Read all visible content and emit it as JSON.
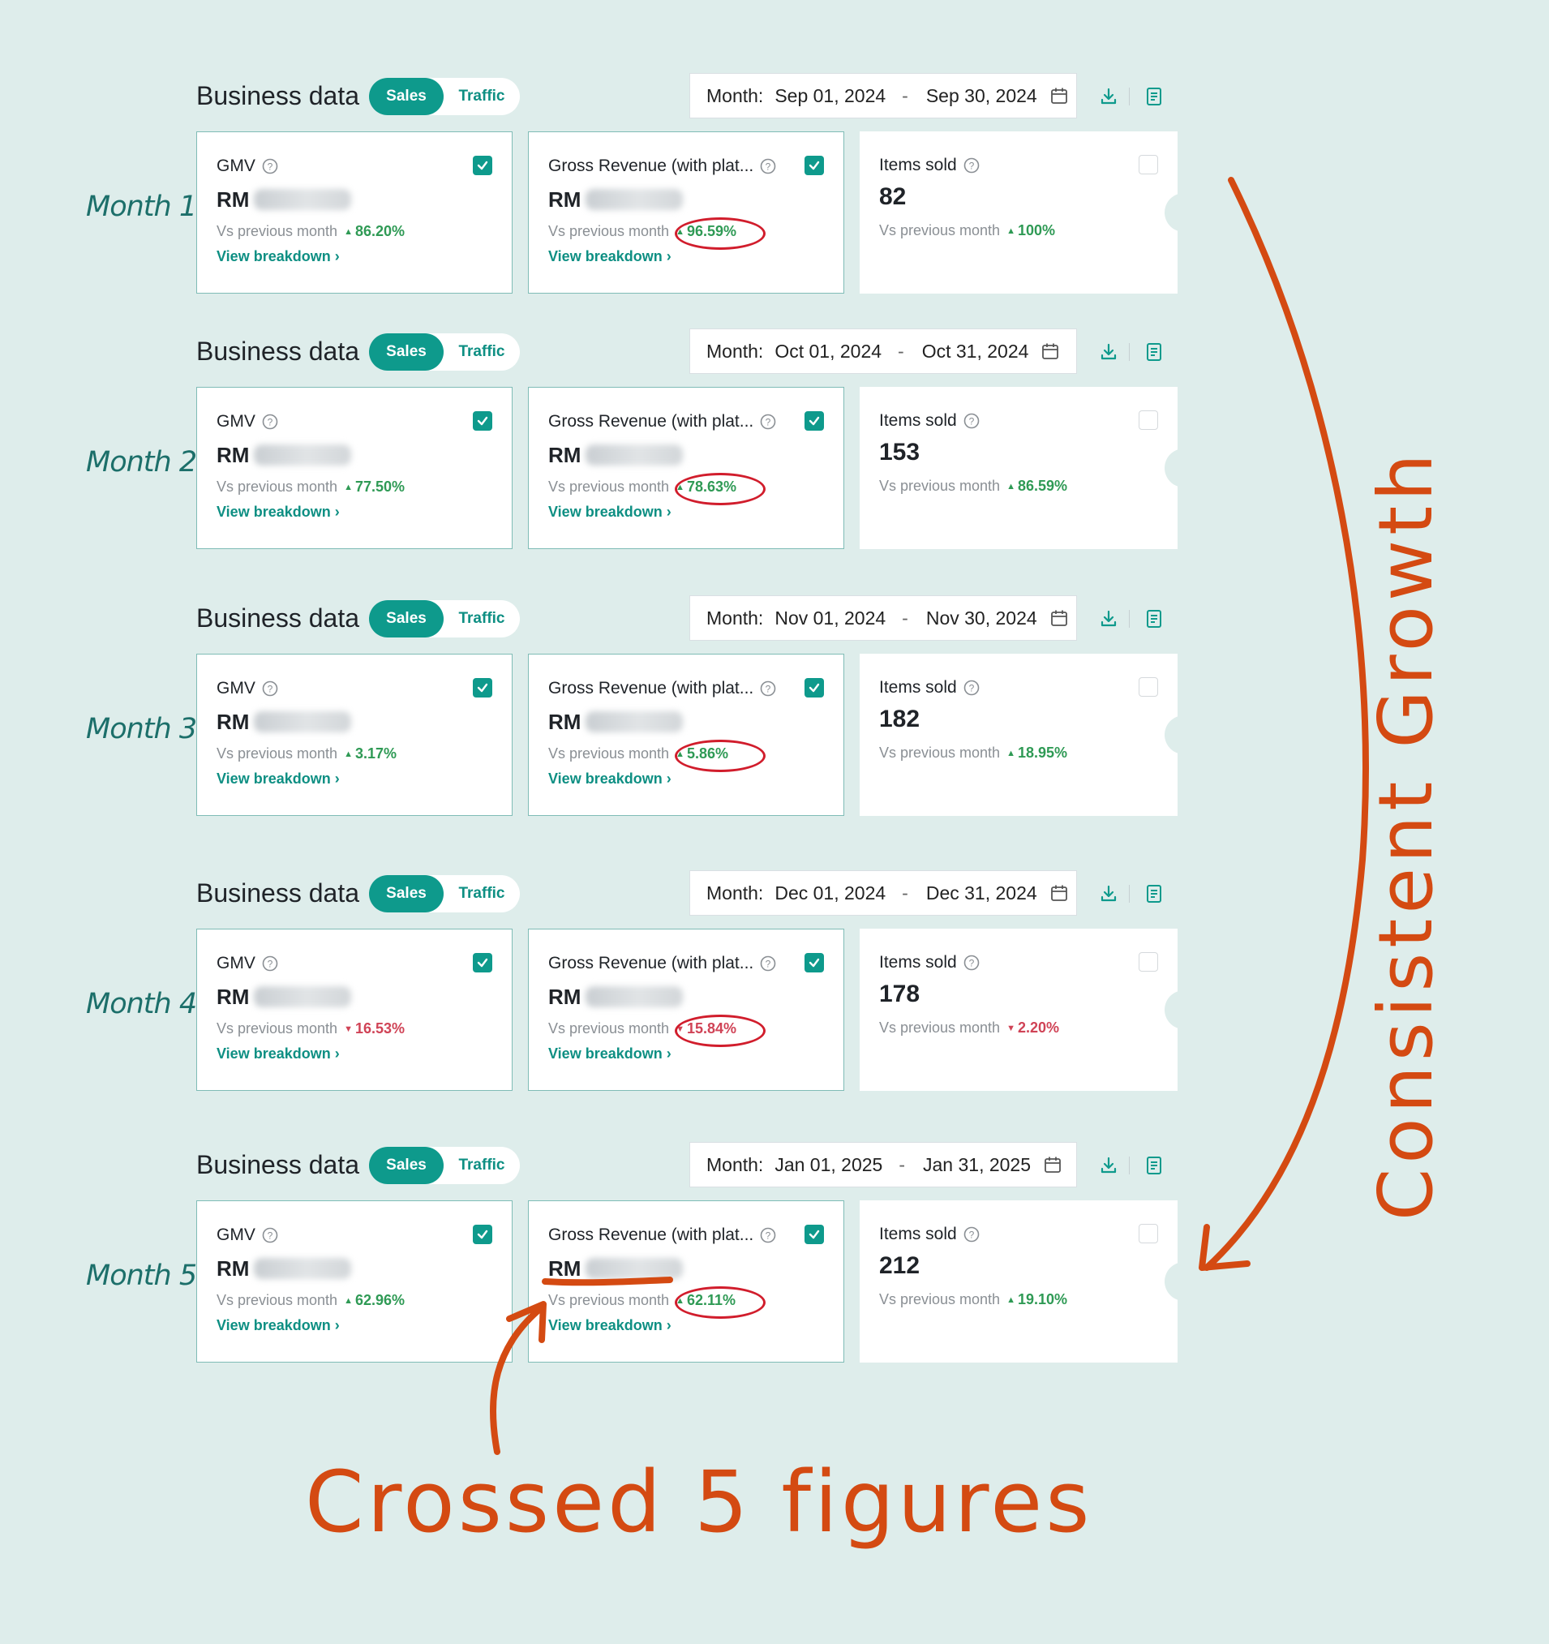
{
  "title": "Business data",
  "toggle": {
    "sales": "Sales",
    "traffic": "Traffic"
  },
  "date_label": "Month:",
  "date_separator": "-",
  "card_titles": {
    "gmv": "GMV",
    "revenue": "Gross Revenue (with plat...",
    "items": "Items sold"
  },
  "currency": "RM",
  "comparison_label": "Vs previous month",
  "breakdown_link": "View breakdown ›",
  "months": [
    {
      "label": "Month 1",
      "start": "Sep 01, 2024",
      "end": "Sep 30, 2024",
      "gmv": {
        "change": "86.20%",
        "direction": "up"
      },
      "revenue": {
        "change": "96.59%",
        "direction": "up"
      },
      "items": {
        "value": "82",
        "change": "100%",
        "direction": "up"
      }
    },
    {
      "label": "Month 2",
      "start": "Oct 01, 2024",
      "end": "Oct 31, 2024",
      "gmv": {
        "change": "77.50%",
        "direction": "up"
      },
      "revenue": {
        "change": "78.63%",
        "direction": "up"
      },
      "items": {
        "value": "153",
        "change": "86.59%",
        "direction": "up"
      }
    },
    {
      "label": "Month 3",
      "start": "Nov 01, 2024",
      "end": "Nov 30, 2024",
      "gmv": {
        "change": "3.17%",
        "direction": "up"
      },
      "revenue": {
        "change": "5.86%",
        "direction": "up"
      },
      "items": {
        "value": "182",
        "change": "18.95%",
        "direction": "up"
      }
    },
    {
      "label": "Month 4",
      "start": "Dec 01, 2024",
      "end": "Dec 31, 2024",
      "gmv": {
        "change": "16.53%",
        "direction": "down"
      },
      "revenue": {
        "change": "15.84%",
        "direction": "down"
      },
      "items": {
        "value": "178",
        "change": "2.20%",
        "direction": "down"
      }
    },
    {
      "label": "Month 5",
      "start": "Jan 01, 2025",
      "end": "Jan 31, 2025",
      "gmv": {
        "change": "62.96%",
        "direction": "up"
      },
      "revenue": {
        "change": "62.11%",
        "direction": "up"
      },
      "items": {
        "value": "212",
        "change": "19.10%",
        "direction": "up"
      }
    }
  ],
  "annotations": {
    "vertical": "Consistent Growth",
    "bottom": "Crossed 5 figures"
  },
  "colors": {
    "accent": "#0e9a8c",
    "up": "#2f9a55",
    "down": "#d04356",
    "annotation": "#d44a12",
    "ring": "#d11d2c",
    "background": "#deedeb"
  },
  "icons": {
    "help": "help-circle-icon",
    "check": "check-icon",
    "calendar": "calendar-icon",
    "download": "download-icon",
    "report": "report-icon"
  }
}
